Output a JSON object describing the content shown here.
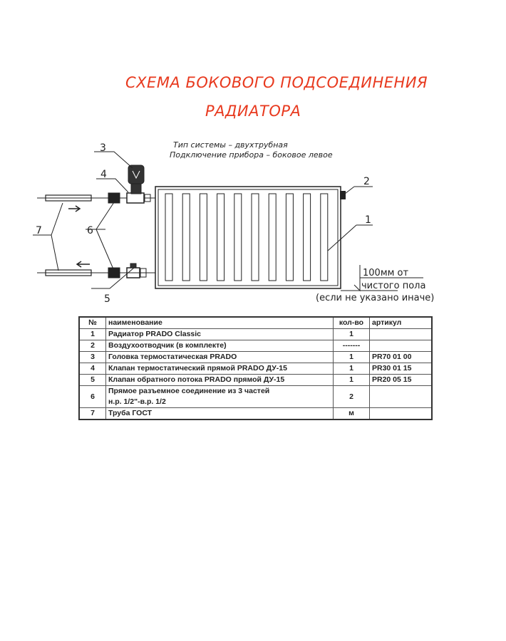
{
  "title": {
    "line1": "СХЕМА БОКОВОГО ПОДСОЕДИНЕНИЯ",
    "line2": "РАДИАТОРА"
  },
  "notes": {
    "system_type": "Тип системы – двухтрубная",
    "connection": "Подключение прибора – боковое левое"
  },
  "callouts": [
    "1",
    "2",
    "3",
    "4",
    "5",
    "6",
    "7"
  ],
  "floor_note": {
    "line1": "100мм от",
    "line2": "чистого пола",
    "line3": "(если не указано иначе)"
  },
  "table": {
    "headers": [
      "№",
      "наименование",
      "кол-во",
      "артикул"
    ],
    "rows": [
      {
        "no": "1",
        "name": "Радиатор PRADO Classic",
        "qty": "1",
        "art": ""
      },
      {
        "no": "2",
        "name": "Воздухоотводчик (в комплекте)",
        "qty": "-------",
        "art": ""
      },
      {
        "no": "3",
        "name": "Головка термостатическая PRADO",
        "qty": "1",
        "art": "PR70 01 00"
      },
      {
        "no": "4",
        "name": "Клапан термостатический прямой PRADO ДУ-15",
        "qty": "1",
        "art": "PR30 01 15"
      },
      {
        "no": "5",
        "name": "Клапан обратного потока PRADO прямой ДУ-15",
        "qty": "1",
        "art": "PR20 05 15"
      },
      {
        "no": "6",
        "name": "Прямое разъемное соединение из 3 частей",
        "name2": "н.р. 1/2\"-в.р. 1/2",
        "qty": "2",
        "art": ""
      },
      {
        "no": "7",
        "name": "Труба ГОСТ",
        "qty": "м",
        "art": ""
      }
    ]
  }
}
